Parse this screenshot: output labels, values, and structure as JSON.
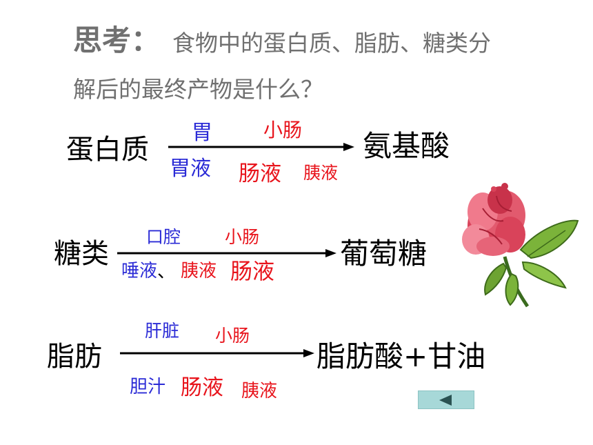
{
  "question": {
    "label": "思考：",
    "line1": "食物中的蛋白质、脂肪、糖类分",
    "line2": "解后的最终产物是什么？"
  },
  "rows": {
    "protein": {
      "source": "蛋白质",
      "stage1": "胃",
      "stage2": "小肠",
      "product": "氨基酸",
      "juice1": "胃液",
      "juice2": "肠液",
      "juice3": "胰液"
    },
    "sugar": {
      "source": "糖类",
      "stage1": "口腔",
      "stage2": "小肠",
      "product": "葡萄糖",
      "juice1": "唾液",
      "sep": "、",
      "juice2": "胰液",
      "juice3": "肠液"
    },
    "fat": {
      "source": "脂肪",
      "stage1": "肝脏",
      "stage2": "小肠",
      "product": "脂肪酸+甘油",
      "juice1": "胆汁",
      "juice2": "肠液",
      "juice3": "胰液"
    }
  },
  "colors": {
    "blue": "#2b2bd6",
    "red": "#e8141c",
    "gray": "#707070",
    "nav_button": "#a7d8d8"
  },
  "icons": {
    "flower": "peony-flower-image",
    "nav": "back-triangle-icon"
  }
}
